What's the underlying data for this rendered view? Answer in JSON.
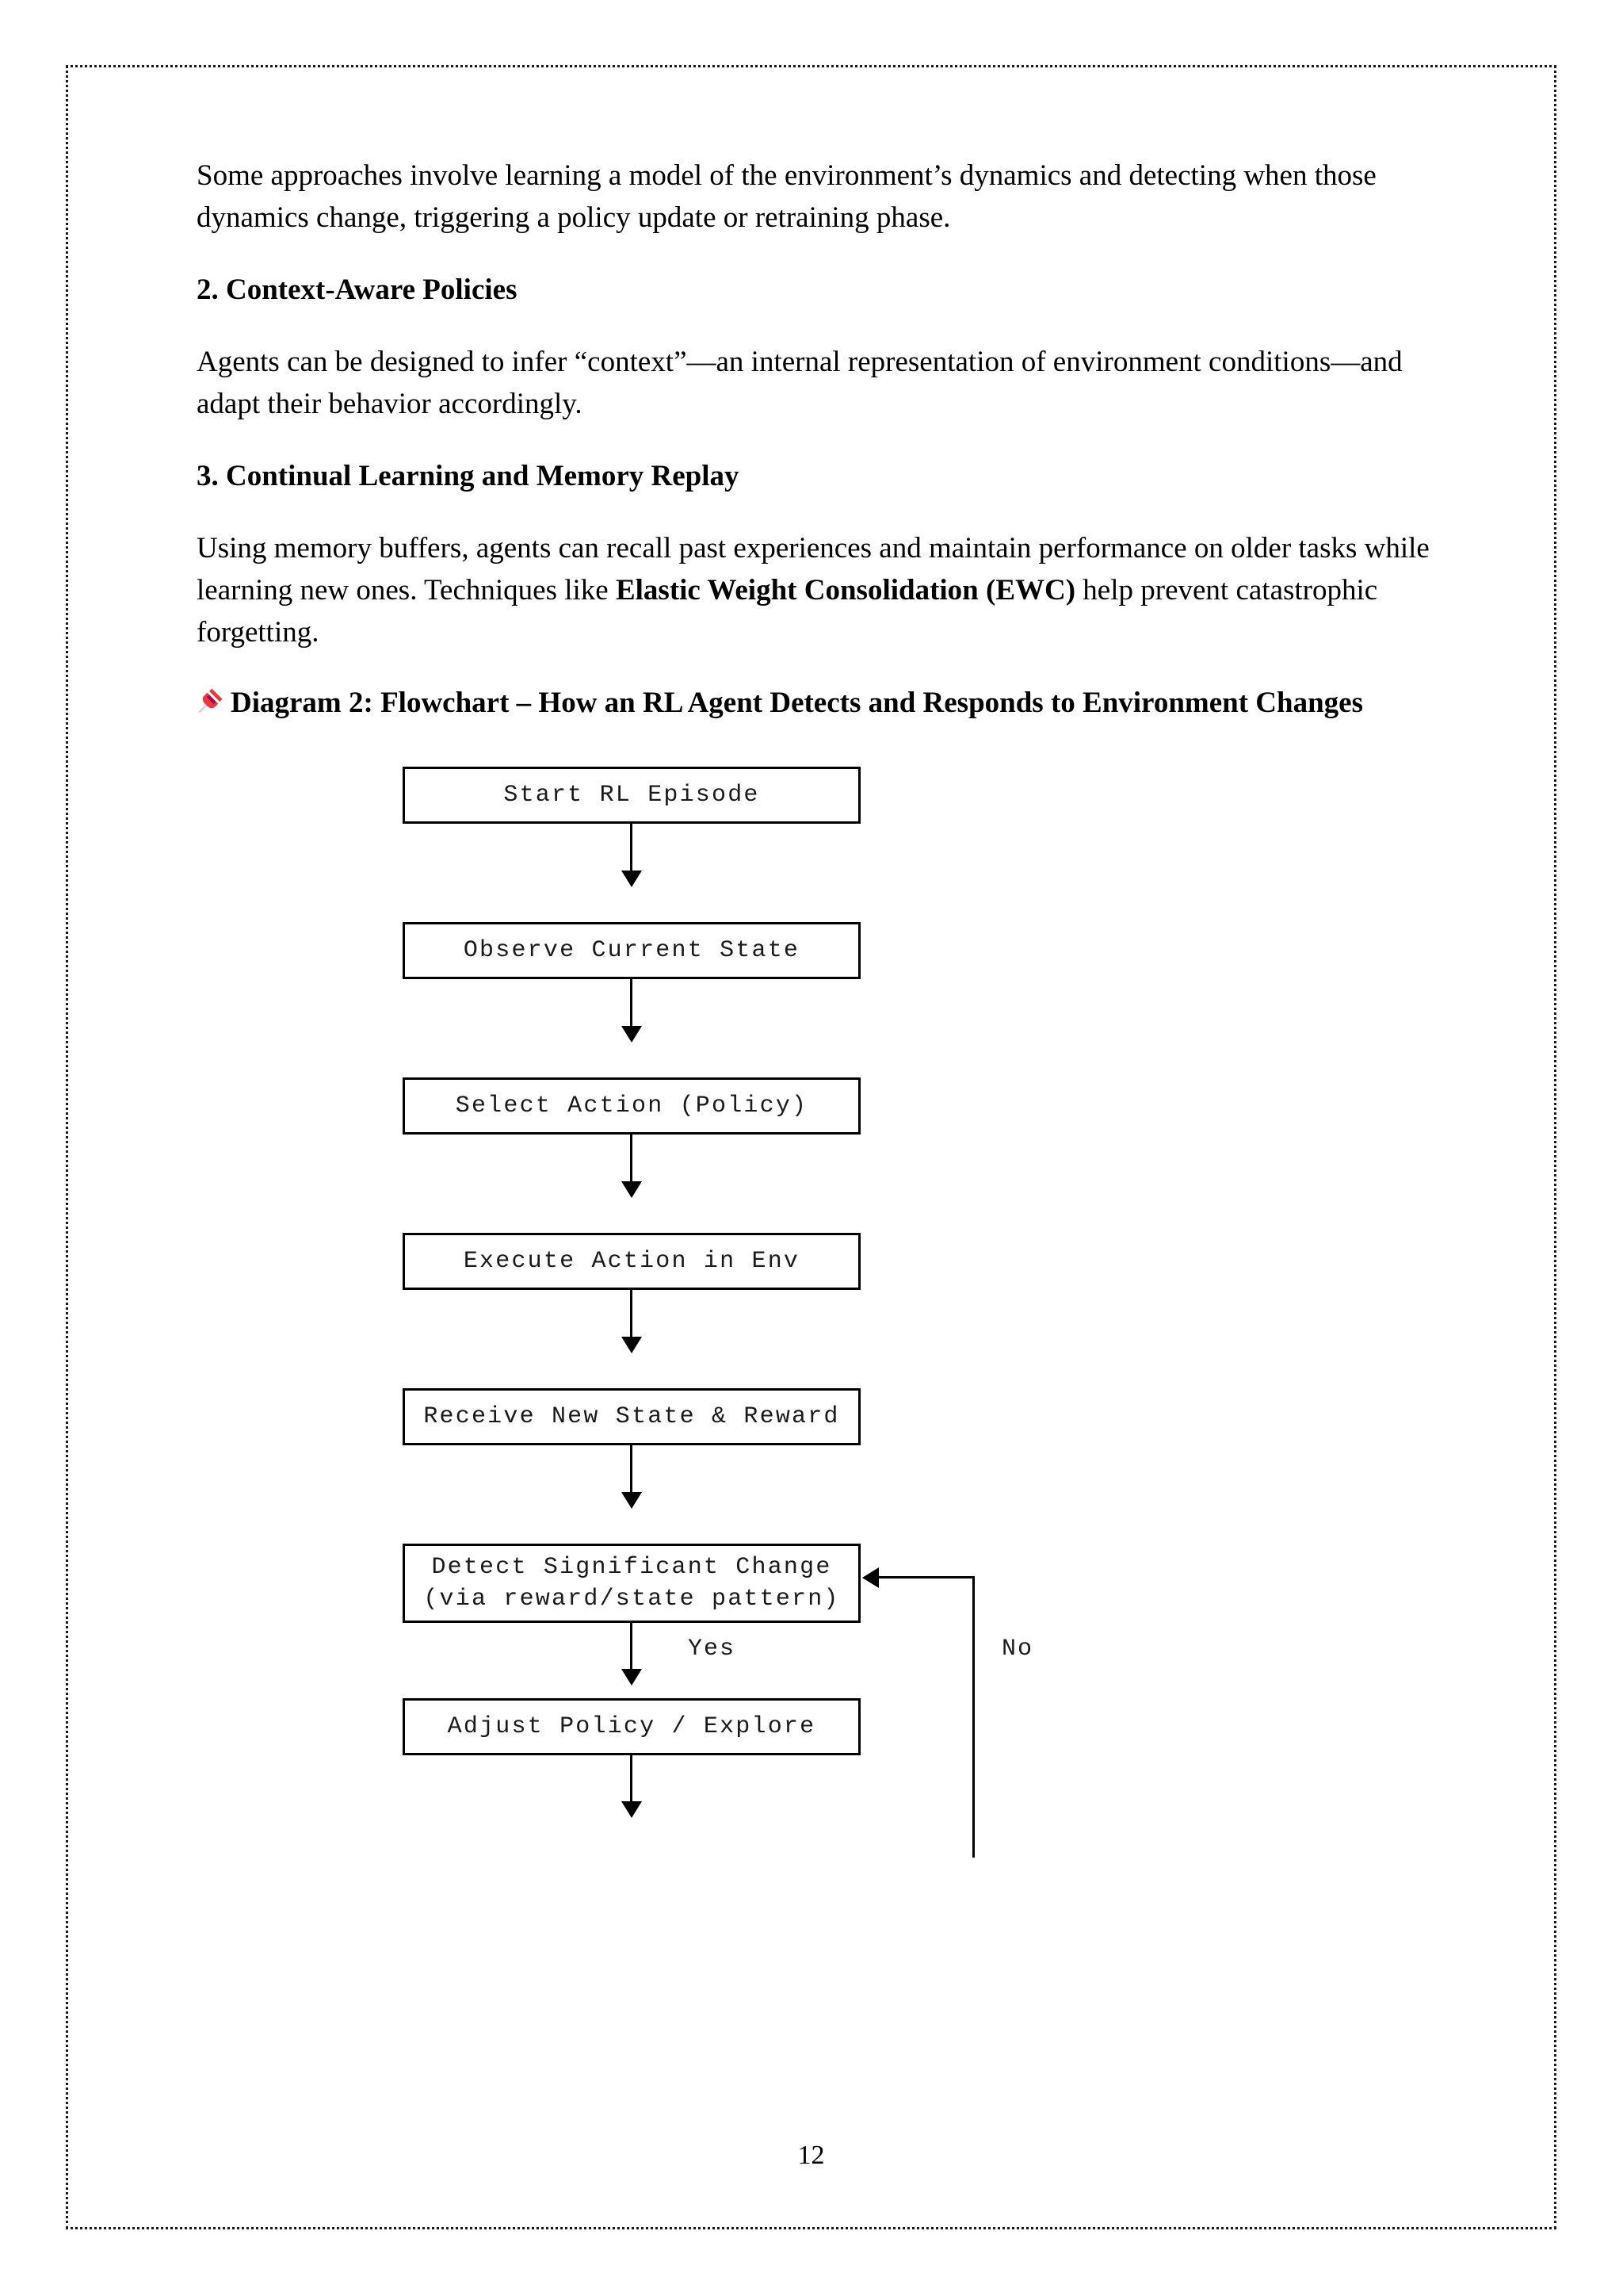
{
  "document": {
    "page_number": "12",
    "border_color": "#1a1a1a"
  },
  "body": {
    "paragraph_1": "Some approaches involve learning a model of the environment’s dynamics and detecting when those dynamics change, triggering a policy update or retraining phase.",
    "heading_2": "2. Context-Aware Policies",
    "paragraph_2": "Agents can be designed to infer “context”—an internal representation of environment conditions—and adapt their behavior accordingly.",
    "heading_3": "3. Continual Learning and Memory Replay",
    "paragraph_3_part1": "Using memory buffers, agents can recall past experiences and maintain performance on older tasks while learning new ones. Techniques like ",
    "paragraph_3_bold": "Elastic Weight Consolidation (EWC)",
    "paragraph_3_part2": " help prevent catastrophic forgetting."
  },
  "diagram": {
    "icon": "pushpin-icon",
    "icon_color": "#e8323c",
    "heading": "Diagram 2: Flowchart – How an RL Agent Detects and Responds to Environment Changes",
    "nodes": [
      {
        "id": "start",
        "label": "Start RL Episode"
      },
      {
        "id": "observe",
        "label": "Observe Current State"
      },
      {
        "id": "select",
        "label": "Select Action (Policy)"
      },
      {
        "id": "execute",
        "label": "Execute Action in Env"
      },
      {
        "id": "receive",
        "label": "Receive New State & Reward"
      },
      {
        "id": "detect",
        "label": "Detect Significant Change\n(via reward/state pattern)"
      },
      {
        "id": "adjust",
        "label": "Adjust Policy / Explore"
      }
    ],
    "edge_labels": {
      "yes": "Yes",
      "no": "No"
    }
  },
  "chart_data": {
    "type": "diagram",
    "subtype": "flowchart",
    "title": "Diagram 2: Flowchart – How an RL Agent Detects and Responds to Environment Changes",
    "orientation": "top-to-bottom",
    "nodes": [
      "Start RL Episode",
      "Observe Current State",
      "Select Action (Policy)",
      "Execute Action in Env",
      "Receive New State & Reward",
      "Detect Significant Change (via reward/state pattern)",
      "Adjust Policy / Explore"
    ],
    "edges": [
      {
        "from": "Start RL Episode",
        "to": "Observe Current State",
        "label": ""
      },
      {
        "from": "Observe Current State",
        "to": "Select Action (Policy)",
        "label": ""
      },
      {
        "from": "Select Action (Policy)",
        "to": "Execute Action in Env",
        "label": ""
      },
      {
        "from": "Execute Action in Env",
        "to": "Receive New State & Reward",
        "label": ""
      },
      {
        "from": "Receive New State & Reward",
        "to": "Detect Significant Change (via reward/state pattern)",
        "label": ""
      },
      {
        "from": "Detect Significant Change (via reward/state pattern)",
        "to": "Adjust Policy / Explore",
        "label": "Yes"
      },
      {
        "from": "Adjust Policy / Explore",
        "to": "Detect Significant Change (via reward/state pattern)",
        "label": "No"
      }
    ]
  }
}
